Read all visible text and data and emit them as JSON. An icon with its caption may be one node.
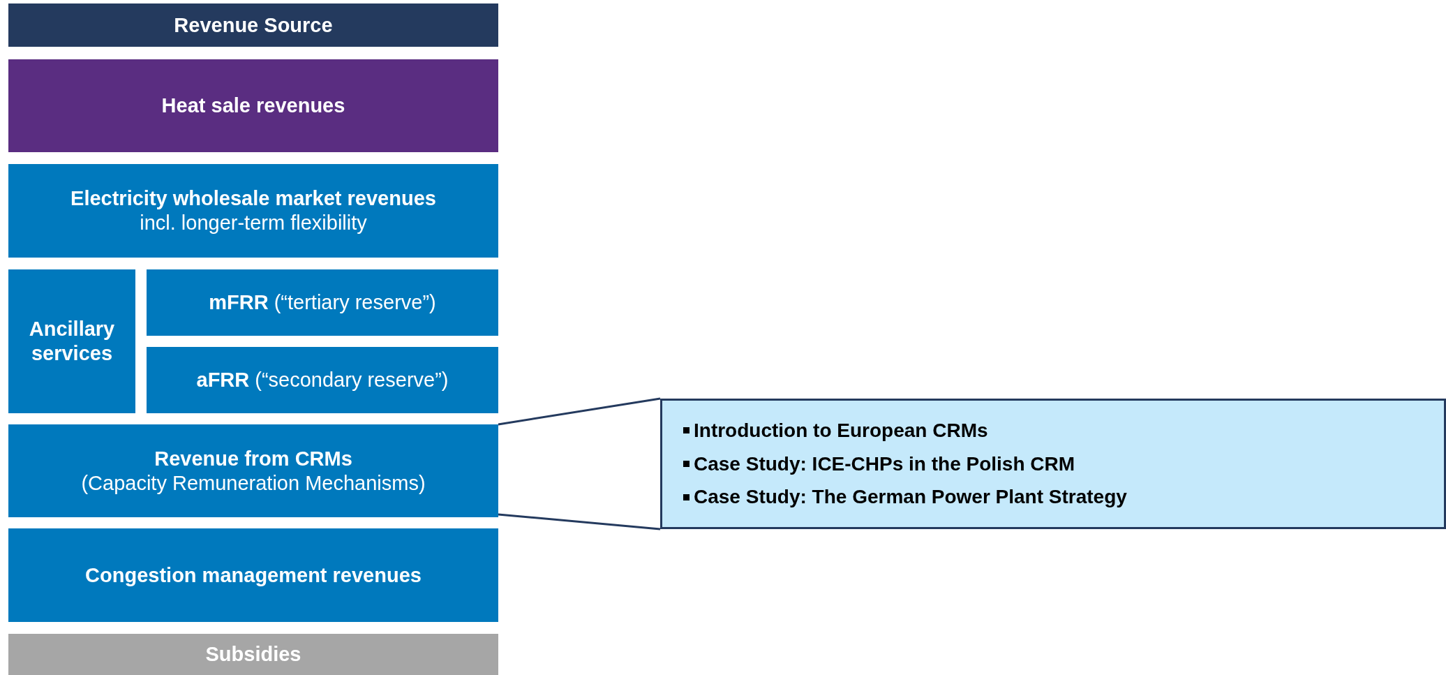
{
  "diagram": {
    "nodes": [
      {
        "text": [
          "Revenue Source"
        ]
      },
      {
        "text": [
          "Heat sale revenues"
        ]
      },
      {
        "text": [
          "Electricity wholesale market revenues",
          "incl. longer-term flexibility"
        ]
      },
      {
        "text": [
          "Ancillary services"
        ]
      },
      {
        "text": [
          "**mFRR** (“tertiary reserve”)"
        ]
      },
      {
        "text": [
          "**aFRR** (“secondary reserve”)"
        ]
      },
      {
        "text": [
          "Revenue from CRMs",
          "(Capacity Remuneration Mechanisms)"
        ]
      },
      {
        "text": [
          "Congestion management revenues"
        ]
      },
      {
        "text": [
          "Subsidies"
        ]
      },
      {
        "text": [
          "Introduction to European CRMs",
          "Case Study: ICE-CHPs in the Polish CRM",
          "Case Study: The German Power Plant Strategy"
        ]
      }
    ],
    "edges": [
      {
        "from": 6,
        "to": 9,
        "arrow": "none"
      },
      {
        "from": 6,
        "to": 9,
        "arrow": "none"
      }
    ]
  }
}
